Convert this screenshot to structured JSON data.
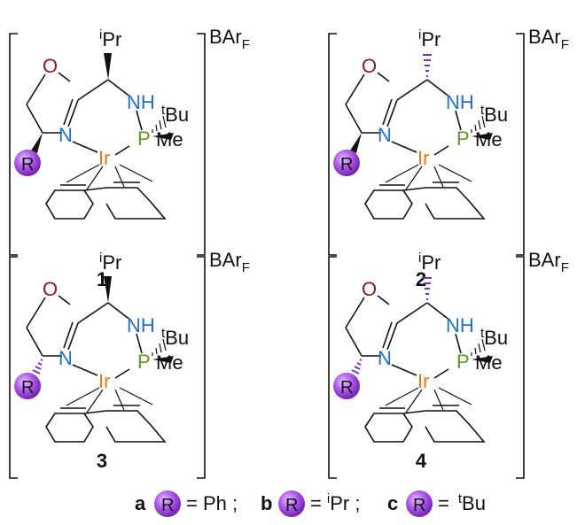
{
  "colors": {
    "oxygen": "#8b1a1a",
    "nitrogen": "#1f6fd0",
    "phosphorus": "#5a9a1e",
    "iridium": "#e07a14",
    "r_group": "#9b30d9",
    "stereo_wedge": "#7a2fbf"
  },
  "atoms": {
    "O": "O",
    "N": "N",
    "NH": "NH",
    "P": "P",
    "Ir": "Ir",
    "Me": "Me",
    "Pr": "Pr",
    "i_sup": "i",
    "Bu": "Bu",
    "t_sup": "t",
    "R": "R"
  },
  "counterion": {
    "main": "BAr",
    "sub": "F"
  },
  "compounds": [
    {
      "label": "1",
      "isopropyl_stereo": "wedge",
      "r_stereo": "wedge"
    },
    {
      "label": "2",
      "isopropyl_stereo": "hash",
      "r_stereo": "wedge"
    },
    {
      "label": "3",
      "isopropyl_stereo": "wedge",
      "r_stereo": "hash"
    },
    {
      "label": "4",
      "isopropyl_stereo": "hash",
      "r_stereo": "hash"
    }
  ],
  "legend": {
    "a_letter": "a",
    "a_eq": "= Ph ;",
    "b_letter": "b",
    "b_eq": "=",
    "b_sup": "i",
    "b_val": "Pr ;",
    "c_letter": "c",
    "c_eq": "=",
    "c_sup": "t",
    "c_val": "Bu"
  }
}
